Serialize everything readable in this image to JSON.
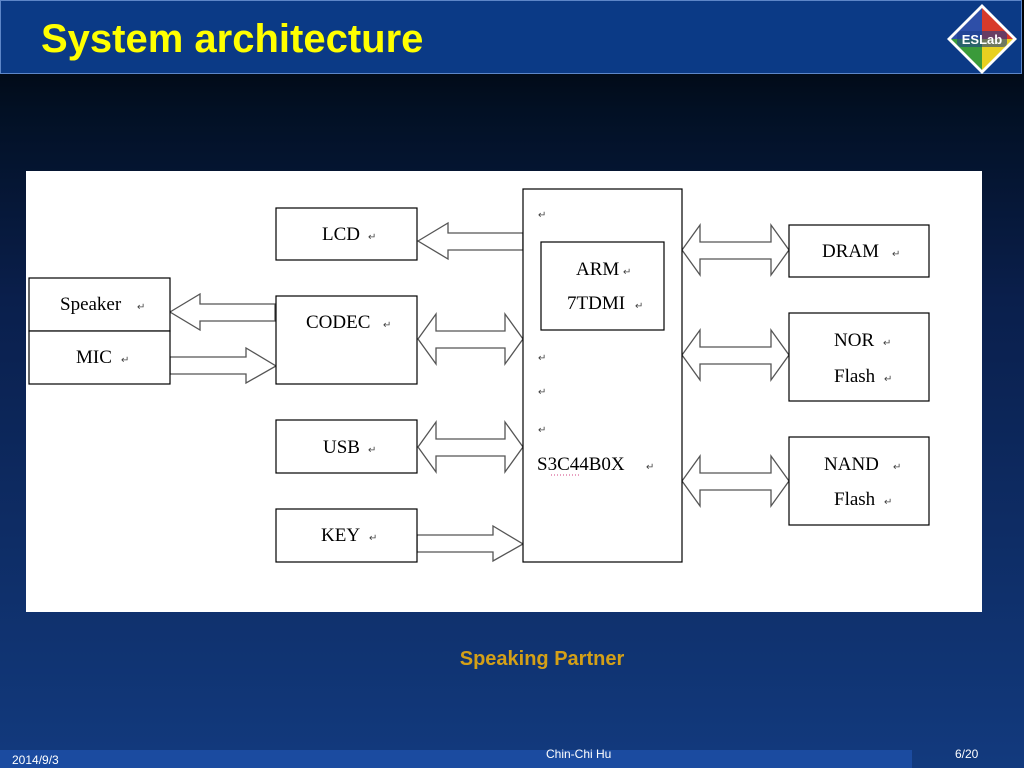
{
  "slide": {
    "title": "System architecture",
    "caption": "Speaking Partner",
    "logo_text": "ESLab"
  },
  "diagram": {
    "nodes": {
      "lcd": "LCD",
      "speaker": "Speaker",
      "mic": "MIC",
      "codec": "CODEC",
      "usb": "USB",
      "key": "KEY",
      "arm_line1": "ARM",
      "arm_line2": "7TDMI",
      "soc": "S3C44B0X",
      "dram": "DRAM",
      "nor_line1": "NOR",
      "nor_line2": "Flash",
      "nand_line1": "NAND",
      "nand_line2": "Flash"
    },
    "para_mark": "↵"
  },
  "footer": {
    "date": "2014/9/3",
    "author": "Chin-Chi Hu",
    "page": "6/20"
  },
  "colors": {
    "title": "#ffff00",
    "caption": "#d4a017",
    "header_bg": "#0b3a86"
  }
}
